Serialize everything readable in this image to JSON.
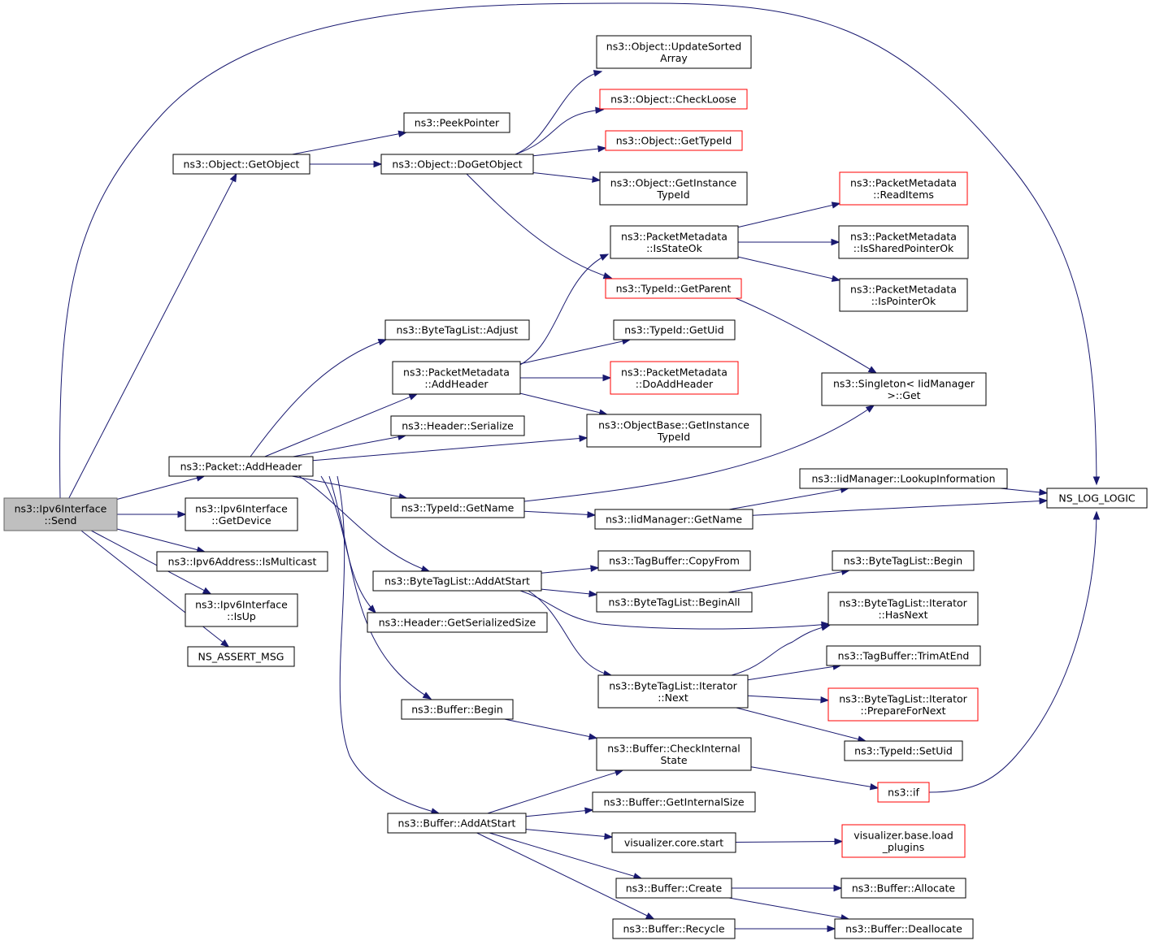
{
  "nodes": [
    {
      "id": "send",
      "lines": [
        "ns3::Ipv6Interface",
        "::Send"
      ],
      "root": true
    },
    {
      "id": "getobject",
      "lines": [
        "ns3::Object::GetObject"
      ]
    },
    {
      "id": "peekpointer",
      "lines": [
        "ns3::PeekPointer"
      ]
    },
    {
      "id": "dogetobject",
      "lines": [
        "ns3::Object::DoGetObject"
      ]
    },
    {
      "id": "updatesorted",
      "lines": [
        "ns3::Object::UpdateSorted",
        "Array"
      ]
    },
    {
      "id": "checkloose",
      "lines": [
        "ns3::Object::CheckLoose"
      ],
      "red": true
    },
    {
      "id": "obj_gettypeid",
      "lines": [
        "ns3::Object::GetTypeId"
      ],
      "red": true
    },
    {
      "id": "getinstancetypeid",
      "lines": [
        "ns3::Object::GetInstance",
        "TypeId"
      ]
    },
    {
      "id": "readitems",
      "lines": [
        "ns3::PacketMetadata",
        "::ReadItems"
      ],
      "red": true
    },
    {
      "id": "isstateok",
      "lines": [
        "ns3::PacketMetadata",
        "::IsStateOk"
      ]
    },
    {
      "id": "issharedpointerok",
      "lines": [
        "ns3::PacketMetadata",
        "::IsSharedPointerOk"
      ]
    },
    {
      "id": "getparent",
      "lines": [
        "ns3::TypeId::GetParent"
      ],
      "red": true
    },
    {
      "id": "ispointerok",
      "lines": [
        "ns3::PacketMetadata",
        "::IsPointerOk"
      ]
    },
    {
      "id": "adjust",
      "lines": [
        "ns3::ByteTagList::Adjust"
      ]
    },
    {
      "id": "getuid",
      "lines": [
        "ns3::TypeId::GetUid"
      ]
    },
    {
      "id": "pm_addheader",
      "lines": [
        "ns3::PacketMetadata",
        "::AddHeader"
      ]
    },
    {
      "id": "doaddheader",
      "lines": [
        "ns3::PacketMetadata",
        "::DoAddHeader"
      ],
      "red": true
    },
    {
      "id": "singleton",
      "lines": [
        "ns3::Singleton< IidManager",
        ">::Get"
      ]
    },
    {
      "id": "serialize",
      "lines": [
        "ns3::Header::Serialize"
      ]
    },
    {
      "id": "objbase_gettypeid",
      "lines": [
        "ns3::ObjectBase::GetInstance",
        "TypeId"
      ]
    },
    {
      "id": "packet_addheader",
      "lines": [
        "ns3::Packet::AddHeader"
      ]
    },
    {
      "id": "lookupinfo",
      "lines": [
        "ns3::IidManager::LookupInformation"
      ]
    },
    {
      "id": "ns_log_logic",
      "lines": [
        "NS_LOG_LOGIC"
      ]
    },
    {
      "id": "typeid_getname",
      "lines": [
        "ns3::TypeId::GetName"
      ]
    },
    {
      "id": "iid_getname",
      "lines": [
        "ns3::IidManager::GetName"
      ]
    },
    {
      "id": "getdevice",
      "lines": [
        "ns3::Ipv6Interface",
        "::GetDevice"
      ]
    },
    {
      "id": "ismulticast",
      "lines": [
        "ns3::Ipv6Address::IsMulticast"
      ]
    },
    {
      "id": "copyfrom",
      "lines": [
        "ns3::TagBuffer::CopyFrom"
      ]
    },
    {
      "id": "btl_begin",
      "lines": [
        "ns3::ByteTagList::Begin"
      ]
    },
    {
      "id": "btl_addatstart",
      "lines": [
        "ns3::ByteTagList::AddAtStart"
      ]
    },
    {
      "id": "beginall",
      "lines": [
        "ns3::ByteTagList::BeginAll"
      ]
    },
    {
      "id": "hasnext",
      "lines": [
        "ns3::ByteTagList::Iterator",
        "::HasNext"
      ]
    },
    {
      "id": "isup",
      "lines": [
        "ns3::Ipv6Interface",
        "::IsUp"
      ]
    },
    {
      "id": "getserializedsize",
      "lines": [
        "ns3::Header::GetSerializedSize"
      ]
    },
    {
      "id": "trimatend",
      "lines": [
        "ns3::TagBuffer::TrimAtEnd"
      ]
    },
    {
      "id": "ns_assert_msg",
      "lines": [
        "NS_ASSERT_MSG"
      ]
    },
    {
      "id": "iter_next",
      "lines": [
        "ns3::ByteTagList::Iterator",
        "::Next"
      ]
    },
    {
      "id": "preparefornext",
      "lines": [
        "ns3::ByteTagList::Iterator",
        "::PrepareForNext"
      ],
      "red": true
    },
    {
      "id": "buf_begin",
      "lines": [
        "ns3::Buffer::Begin"
      ]
    },
    {
      "id": "setuid",
      "lines": [
        "ns3::TypeId::SetUid"
      ]
    },
    {
      "id": "checkinternalstate",
      "lines": [
        "ns3::Buffer::CheckInternal",
        "State"
      ]
    },
    {
      "id": "ns3_if",
      "lines": [
        "ns3::if"
      ],
      "red": true
    },
    {
      "id": "getinternalsize",
      "lines": [
        "ns3::Buffer::GetInternalSize"
      ]
    },
    {
      "id": "buf_addatstart",
      "lines": [
        "ns3::Buffer::AddAtStart"
      ]
    },
    {
      "id": "viz_start",
      "lines": [
        "visualizer.core.start"
      ]
    },
    {
      "id": "load_plugins",
      "lines": [
        "visualizer.base.load",
        "_plugins"
      ],
      "red": true
    },
    {
      "id": "buf_create",
      "lines": [
        "ns3::Buffer::Create"
      ]
    },
    {
      "id": "buf_allocate",
      "lines": [
        "ns3::Buffer::Allocate"
      ]
    },
    {
      "id": "buf_recycle",
      "lines": [
        "ns3::Buffer::Recycle"
      ]
    },
    {
      "id": "buf_deallocate",
      "lines": [
        "ns3::Buffer::Deallocate"
      ]
    }
  ],
  "edges": [
    [
      "send",
      "getobject"
    ],
    [
      "send",
      "ns_log_logic"
    ],
    [
      "send",
      "packet_addheader"
    ],
    [
      "send",
      "getdevice"
    ],
    [
      "send",
      "ismulticast"
    ],
    [
      "send",
      "isup"
    ],
    [
      "send",
      "ns_assert_msg"
    ],
    [
      "getobject",
      "peekpointer"
    ],
    [
      "getobject",
      "dogetobject"
    ],
    [
      "dogetobject",
      "updatesorted"
    ],
    [
      "dogetobject",
      "checkloose"
    ],
    [
      "dogetobject",
      "obj_gettypeid"
    ],
    [
      "dogetobject",
      "getinstancetypeid"
    ],
    [
      "dogetobject",
      "getparent"
    ],
    [
      "getparent",
      "singleton"
    ],
    [
      "isstateok",
      "readitems"
    ],
    [
      "isstateok",
      "issharedpointerok"
    ],
    [
      "isstateok",
      "ispointerok"
    ],
    [
      "pm_addheader",
      "isstateok"
    ],
    [
      "pm_addheader",
      "getuid"
    ],
    [
      "pm_addheader",
      "doaddheader"
    ],
    [
      "pm_addheader",
      "objbase_gettypeid"
    ],
    [
      "packet_addheader",
      "adjust"
    ],
    [
      "packet_addheader",
      "pm_addheader"
    ],
    [
      "packet_addheader",
      "serialize"
    ],
    [
      "packet_addheader",
      "objbase_gettypeid"
    ],
    [
      "packet_addheader",
      "typeid_getname"
    ],
    [
      "packet_addheader",
      "btl_addatstart"
    ],
    [
      "packet_addheader",
      "getserializedsize"
    ],
    [
      "packet_addheader",
      "buf_begin"
    ],
    [
      "packet_addheader",
      "buf_addatstart"
    ],
    [
      "typeid_getname",
      "singleton"
    ],
    [
      "typeid_getname",
      "iid_getname"
    ],
    [
      "iid_getname",
      "lookupinfo"
    ],
    [
      "iid_getname",
      "ns_log_logic"
    ],
    [
      "lookupinfo",
      "ns_log_logic"
    ],
    [
      "btl_addatstart",
      "copyfrom"
    ],
    [
      "btl_addatstart",
      "beginall"
    ],
    [
      "btl_addatstart",
      "hasnext"
    ],
    [
      "btl_addatstart",
      "iter_next"
    ],
    [
      "beginall",
      "btl_begin"
    ],
    [
      "iter_next",
      "hasnext"
    ],
    [
      "iter_next",
      "trimatend"
    ],
    [
      "iter_next",
      "preparefornext"
    ],
    [
      "iter_next",
      "setuid"
    ],
    [
      "buf_begin",
      "checkinternalstate"
    ],
    [
      "checkinternalstate",
      "ns3_if"
    ],
    [
      "ns3_if",
      "ns_log_logic"
    ],
    [
      "buf_addatstart",
      "checkinternalstate"
    ],
    [
      "buf_addatstart",
      "getinternalsize"
    ],
    [
      "buf_addatstart",
      "viz_start"
    ],
    [
      "buf_addatstart",
      "buf_create"
    ],
    [
      "buf_addatstart",
      "buf_recycle"
    ],
    [
      "viz_start",
      "load_plugins"
    ],
    [
      "buf_create",
      "buf_allocate"
    ],
    [
      "buf_create",
      "buf_deallocate"
    ],
    [
      "buf_recycle",
      "buf_deallocate"
    ]
  ]
}
